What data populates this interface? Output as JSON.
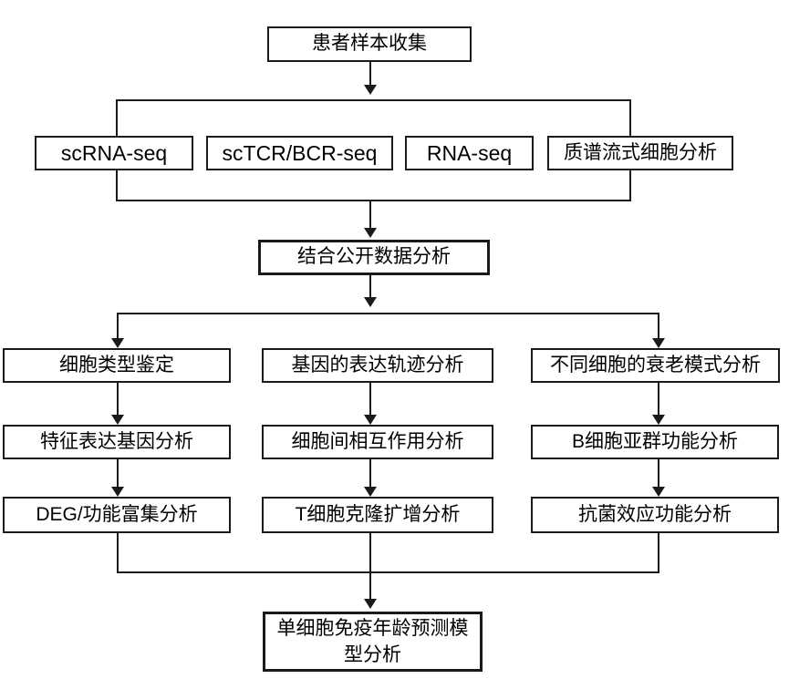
{
  "diagram": {
    "title_box": {
      "label": "患者样本收集"
    },
    "seq_boxes": [
      {
        "label": "scRNA-seq"
      },
      {
        "label": "scTCR/BCR-seq"
      },
      {
        "label": "RNA-seq"
      },
      {
        "label": "质谱流式细胞分析"
      }
    ],
    "combine_box": {
      "label": "结合公开数据分析"
    },
    "columns": [
      {
        "steps": [
          "细胞类型鉴定",
          "特征表达基因分析",
          "DEG/功能富集分析"
        ]
      },
      {
        "steps": [
          "基因的表达轨迹分析",
          "细胞间相互作用分析",
          "T细胞克隆扩增分析"
        ]
      },
      {
        "steps": [
          "不同细胞的衰老模式分析",
          "B细胞亚群功能分析",
          "抗菌效应功能分析"
        ]
      }
    ],
    "final_box": {
      "label": "单细胞免疫年龄预测模型分析",
      "line1": "单细胞免疫年龄预测模",
      "line2": "型分析"
    },
    "colors": {
      "stroke": "#1a1a1a",
      "background": "#ffffff",
      "text": "#000000"
    }
  }
}
